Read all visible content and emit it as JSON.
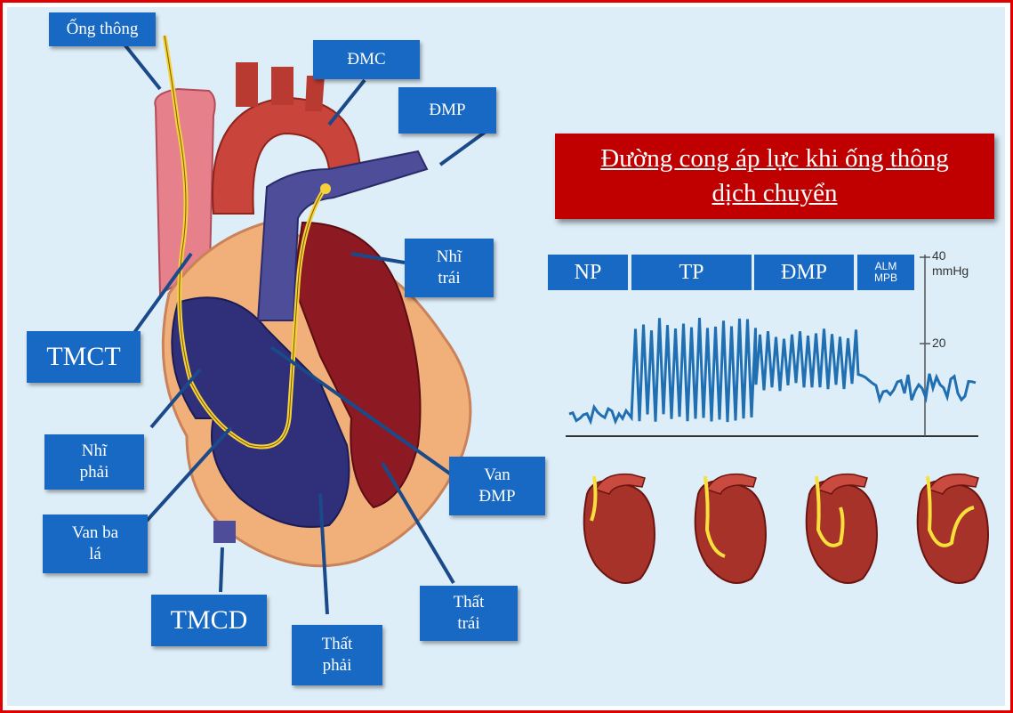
{
  "labels": {
    "catheter": "Ống thông",
    "aorta": "ĐMC",
    "pulmonary_artery": "ĐMP",
    "left_atrium": [
      "Nhĩ",
      "trái"
    ],
    "svc": "TMCT",
    "right_atrium": [
      "Nhĩ",
      "phải"
    ],
    "tricuspid": [
      "Van ba",
      "lá"
    ],
    "ivc": "TMCD",
    "right_ventricle": [
      "Thất",
      "phải"
    ],
    "left_ventricle": [
      "Thất",
      "trái"
    ],
    "pulmonary_valve": [
      "Van",
      "ĐMP"
    ]
  },
  "title": [
    "Đường cong áp lực khi ống thông",
    "dịch chuyển"
  ],
  "phases": [
    "NP",
    "TP",
    "ĐMP",
    "ALM",
    "MPB"
  ],
  "axis": {
    "ticks": [
      "40",
      "mmHg",
      "20"
    ]
  },
  "colors": {
    "label_bg": "#1769c4",
    "title_bg": "#c00000",
    "trace": "#1f6fb2",
    "frame": "#e00000"
  },
  "chart_data": {
    "type": "line",
    "title": "",
    "xlabel": "",
    "ylabel": "mmHg",
    "ylim": [
      0,
      40
    ],
    "segments": [
      {
        "phase": "NP",
        "mean": 5,
        "amplitude": 2
      },
      {
        "phase": "TP",
        "systolic": 25,
        "diastolic": 4
      },
      {
        "phase": "ĐMP",
        "systolic": 23,
        "diastolic": 11
      },
      {
        "phase": "ALM MPB",
        "mean": 11,
        "amplitude": 3
      }
    ]
  }
}
